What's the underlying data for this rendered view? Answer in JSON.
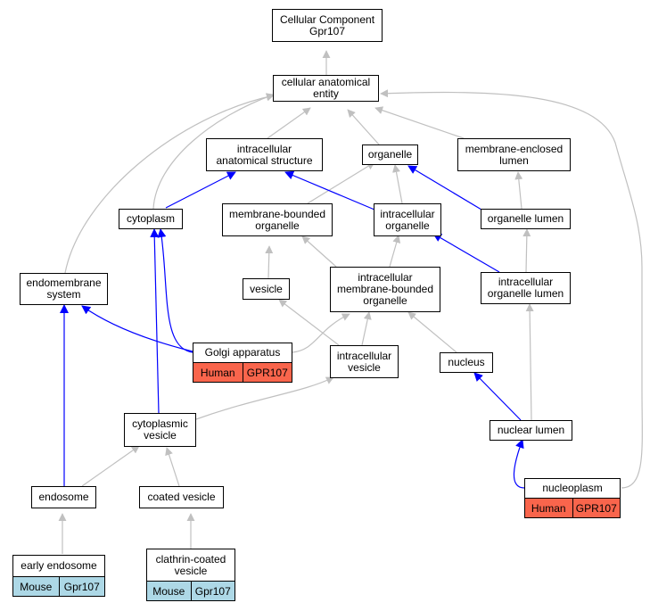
{
  "nodes": {
    "root": "Cellular Component\nGpr107",
    "cae": "cellular anatomical\nentity",
    "ias": "intracellular\nanatomical structure",
    "organelle": "organelle",
    "mel": "membrane-enclosed\nlumen",
    "cytoplasm": "cytoplasm",
    "mbo": "membrane-bounded\norganelle",
    "io": "intracellular\norganelle",
    "ol": "organelle lumen",
    "ems": "endomembrane\nsystem",
    "vesicle": "vesicle",
    "imbo": "intracellular\nmembrane-bounded\norganelle",
    "iol": "intracellular\norganelle lumen",
    "golgi": "Golgi apparatus",
    "iv": "intracellular\nvesicle",
    "nucleus": "nucleus",
    "cv": "cytoplasmic\nvesicle",
    "nl": "nuclear lumen",
    "endosome": "endosome",
    "coated": "coated vesicle",
    "nucleoplasm": "nucleoplasm",
    "early": "early endosome",
    "ccv": "clathrin-coated\nvesicle"
  },
  "annotations": {
    "golgi": {
      "species": "Human",
      "gene": "GPR107"
    },
    "nucleoplasm": {
      "species": "Human",
      "gene": "GPR107"
    },
    "early": {
      "species": "Mouse",
      "gene": "Gpr107"
    },
    "ccv": {
      "species": "Mouse",
      "gene": "Gpr107"
    }
  },
  "colors": {
    "gray_edge": "#c0c0c0",
    "blue_edge": "#0000ff",
    "human": "#f9654c",
    "mouse": "#add8e6"
  }
}
